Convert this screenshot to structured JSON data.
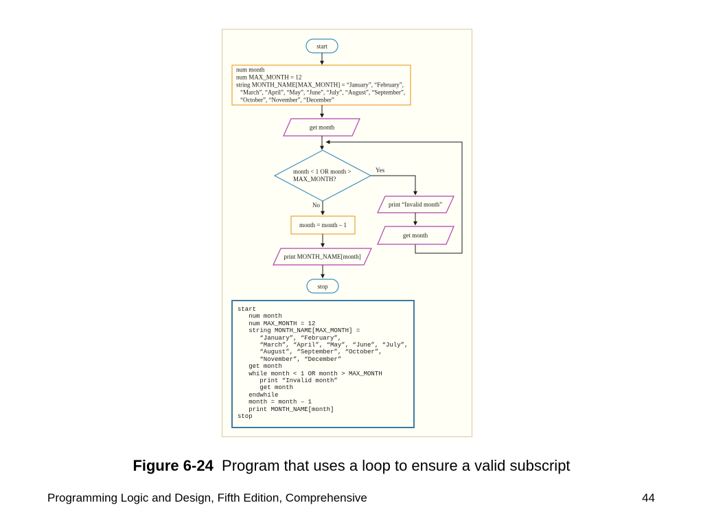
{
  "flowchart": {
    "start": "start",
    "declarations": [
      "num month",
      "num MAX_MONTH = 12",
      "string MONTH_NAME[MAX_MONTH] = “January”, “February”,",
      "“March”, “April”, “May”, “June”, “July”, “August”, “September”,",
      "“October”, “November”, “December”"
    ],
    "input_1": "get month",
    "decision": [
      "month < 1 OR month >",
      "MAX_MONTH?"
    ],
    "yes_label": "Yes",
    "no_label": "No",
    "error_output": "print “Invalid month”",
    "input_2": "get month",
    "process": "month = month – 1",
    "output": "print MONTH_NAME[month]",
    "stop": "stop"
  },
  "pseudocode": [
    "start",
    "   num month",
    "   num MAX_MONTH = 12",
    "   string MONTH_NAME[MAX_MONTH] =",
    "      “January”, “February”,",
    "      “March”, “April”, “May”, “June”, “July”,",
    "      “August”, “September”, “October”,",
    "      “November”, “December”",
    "   get month",
    "   while month < 1 OR month > MAX_MONTH",
    "      print “Invalid month”",
    "      get month",
    "   endwhile",
    "   month = month – 1",
    "   print MONTH_NAME[month]",
    "stop"
  ],
  "caption": {
    "label": "Figure 6-24",
    "text": "Program that uses a loop to ensure a valid subscript"
  },
  "footer": {
    "title": "Programming Logic and Design, Fifth Edition, Comprehensive",
    "page": "44"
  },
  "colors": {
    "terminal": "#3c8ec0",
    "process": "#f0a030",
    "io": "#b040b0",
    "decision": "#3c8ec0",
    "pseudocode_border": "#3c7aa0"
  }
}
